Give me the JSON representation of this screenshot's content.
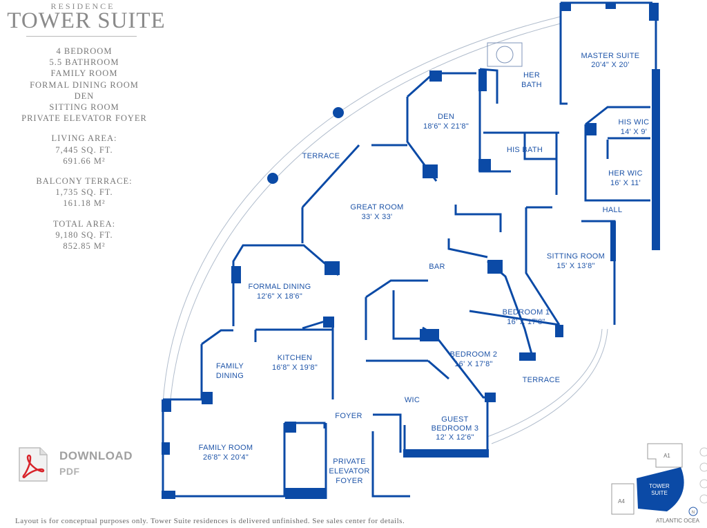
{
  "header": {
    "superscript": "RESIDENCE",
    "title": "TOWER SUITE"
  },
  "features": [
    "4 BEDROOM",
    "5.5 BATHROOM",
    "FAMILY ROOM",
    "FORMAL DINING ROOM",
    "DEN",
    "SITTING ROOM",
    "PRIVATE ELEVATOR FOYER"
  ],
  "areas": {
    "living": {
      "label": "LIVING AREA:",
      "sqft": "7,445 SQ. FT.",
      "sqm": "691.66 M²"
    },
    "balcony": {
      "label": "BALCONY TERRACE:",
      "sqft": "1,735 SQ. FT.",
      "sqm": "161.18 M²"
    },
    "total": {
      "label": "TOTAL AREA:",
      "sqft": "9,180 SQ. FT.",
      "sqm": "852.85 M²"
    }
  },
  "download": {
    "label": "DOWNLOAD",
    "format": "PDF",
    "icon": "pdf-icon"
  },
  "rooms": {
    "master_suite": {
      "name": "MASTER SUITE",
      "dims": "20'4\" X 20'"
    },
    "her_bath": {
      "name": "HER",
      "name2": "BATH"
    },
    "den": {
      "name": "DEN",
      "dims": "18'6\" X 21'8\""
    },
    "his_bath": {
      "name": "HIS BATH"
    },
    "his_wic": {
      "name": "HIS WIC",
      "dims": "14' X 9'"
    },
    "her_wic": {
      "name": "HER WIC",
      "dims": "16' X 11'"
    },
    "terrace_top": {
      "name": "TERRACE"
    },
    "great_room": {
      "name": "GREAT ROOM",
      "dims": "33' X 33'"
    },
    "hall": {
      "name": "HALL"
    },
    "sitting_room": {
      "name": "SITTING ROOM",
      "dims": "15' X 13'8\""
    },
    "bar": {
      "name": "BAR"
    },
    "formal_dining": {
      "name": "FORMAL DINING",
      "dims": "12'6\" X 18'6\""
    },
    "bedroom1": {
      "name": "BEDROOM 1",
      "dims": "16' X 17'8\""
    },
    "kitchen": {
      "name": "KITCHEN",
      "dims": "16'8\" X 19'8\""
    },
    "family_dining": {
      "name": "FAMILY",
      "name2": "DINING"
    },
    "bedroom2": {
      "name": "BEDROOM 2",
      "dims": "16' X 17'8\""
    },
    "terrace_bottom": {
      "name": "TERRACE"
    },
    "wic": {
      "name": "WIC"
    },
    "foyer": {
      "name": "FOYER"
    },
    "guest_bedroom3": {
      "name": "GUEST",
      "name2": "BEDROOM 3",
      "dims": "12' X 12'6\""
    },
    "family_room": {
      "name": "FAMILY ROOM",
      "dims": "26'8\" X 20'4\""
    },
    "elevator_foyer": {
      "name": "PRIVATE",
      "name2": "ELEVATOR",
      "name3": "FOYER"
    }
  },
  "keyplan": {
    "a1": "A1",
    "a4": "A4",
    "highlight": "TOWER",
    "highlight2": "SUITE",
    "ocean": "ATLANTIC OCEA",
    "north": "N"
  },
  "disclaimer": "Layout is for conceptual purposes only. Tower Suite residences is delivered unfinished. See sales center for details.",
  "colors": {
    "wall": "#0b4aa6",
    "label": "#1e54a8",
    "gray_text": "#8a8a8a"
  }
}
